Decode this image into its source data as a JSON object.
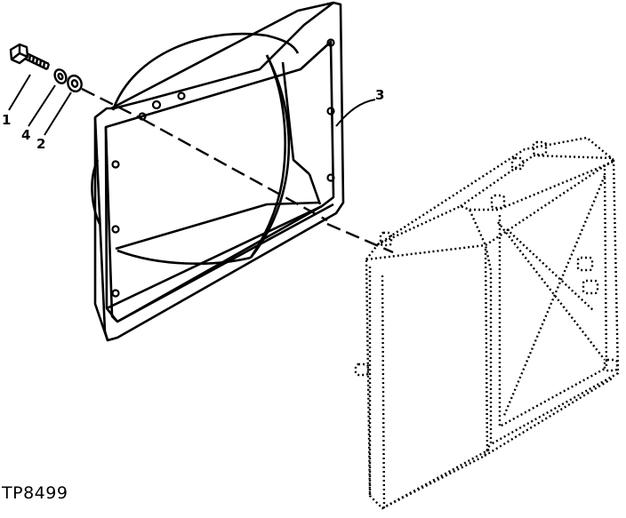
{
  "callouts": {
    "bolt": "1",
    "washer_flat": "2",
    "shroud": "3",
    "washer_lock": "4"
  },
  "figure_id": "TP8499",
  "colors": {
    "line": "#000000",
    "background": "#ffffff"
  }
}
